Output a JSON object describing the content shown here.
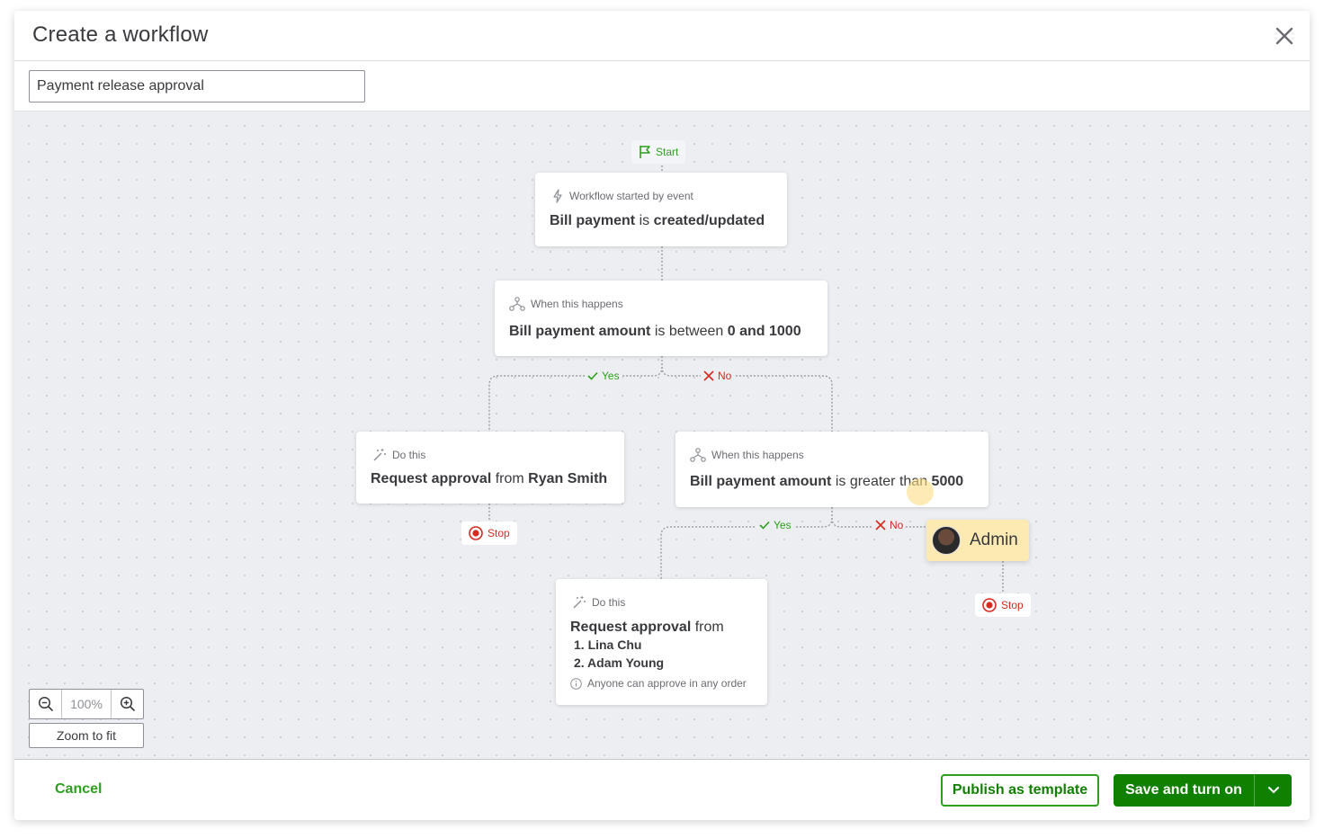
{
  "header": {
    "title": "Create a workflow",
    "close_icon": "close-icon"
  },
  "workflow_name": {
    "value": "Payment release approval"
  },
  "canvas": {
    "start_label": "Start",
    "trigger": {
      "caption": "Workflow started by event",
      "subject": "Bill payment",
      "verb": "is",
      "event": "created/updated"
    },
    "condition1": {
      "caption": "When this happens",
      "field": "Bill payment amount",
      "operator": "is between",
      "value": "0 and 1000"
    },
    "branch1_yes": "Yes",
    "branch1_no": "No",
    "action1": {
      "caption": "Do this",
      "action": "Request approval",
      "prep": "from",
      "approver": "Ryan Smith"
    },
    "stop1": "Stop",
    "condition2": {
      "caption": "When this happens",
      "field": "Bill payment amount",
      "operator": "is greater than",
      "value": "5000"
    },
    "branch2_yes": "Yes",
    "branch2_no": "No",
    "admin": {
      "label": "Admin"
    },
    "stop2": "Stop",
    "action2": {
      "caption": "Do this",
      "action": "Request approval",
      "prep": "from",
      "approvers": [
        "1.  Lina Chu",
        "2.  Adam Young"
      ],
      "note": "Anyone can approve in any order"
    }
  },
  "zoom": {
    "value": "100%",
    "fit_label": "Zoom to fit"
  },
  "footer": {
    "cancel_label": "Cancel",
    "publish_label": "Publish as template",
    "save_label": "Save and turn on"
  },
  "colors": {
    "brand_green": "#2ca01c",
    "button_green": "#108000",
    "stop_red": "#d52b1e",
    "admin_highlight": "#fde9b2",
    "canvas_bg": "#eceef1"
  }
}
